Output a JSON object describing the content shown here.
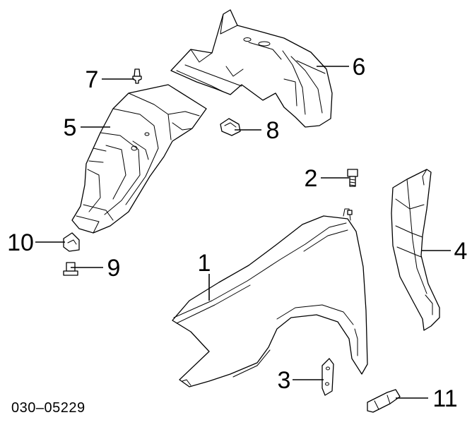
{
  "diagram": {
    "code": "030–05229",
    "callouts": [
      {
        "id": "1",
        "text": "1"
      },
      {
        "id": "2",
        "text": "2"
      },
      {
        "id": "3",
        "text": "3"
      },
      {
        "id": "4",
        "text": "4"
      },
      {
        "id": "5",
        "text": "5"
      },
      {
        "id": "6",
        "text": "6"
      },
      {
        "id": "7",
        "text": "7"
      },
      {
        "id": "8",
        "text": "8"
      },
      {
        "id": "9",
        "text": "9"
      },
      {
        "id": "10",
        "text": "10"
      },
      {
        "id": "11",
        "text": "11"
      }
    ]
  }
}
